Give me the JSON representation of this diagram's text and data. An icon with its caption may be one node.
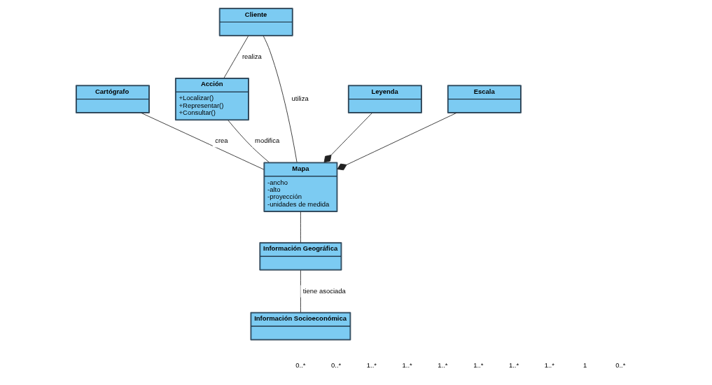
{
  "diagram": {
    "nodes": [
      {
        "text": [
          "Cartógrafo"
        ]
      },
      {
        "text": [
          "Cliente"
        ]
      },
      {
        "text": [
          "Acción",
          "+Localizar()",
          "+Representar()",
          "+Consultar()"
        ]
      },
      {
        "text": [
          "Mapa",
          "-ancho",
          "-alto",
          "-proyección",
          "-unidades de medida"
        ]
      },
      {
        "text": [
          "Leyenda"
        ]
      },
      {
        "text": [
          "Información Geográfica"
        ]
      },
      {
        "text": [
          "Escala"
        ]
      },
      {
        "text": [
          "Información Socioeconómica"
        ]
      }
    ],
    "edges": [
      {
        "from": 0,
        "to": 3,
        "arrow": "none",
        "label": "crea"
      },
      {
        "from": 1,
        "to": 2,
        "arrow": "none",
        "label": "realiza"
      },
      {
        "from": 1,
        "to": 3,
        "arrow": "none",
        "label": "utiliza"
      },
      {
        "from": 2,
        "to": 3,
        "arrow": "none",
        "label": "modifica"
      },
      {
        "from": 4,
        "to": 3,
        "arrow": "other"
      },
      {
        "from": 6,
        "to": 3,
        "arrow": "other"
      },
      {
        "from": 3,
        "to": 5,
        "arrow": "none"
      },
      {
        "from": 5,
        "to": 7,
        "arrow": "none",
        "label": "tiene asociada"
      }
    ],
    "labels": [
      "0..*",
      "0..*",
      "1..*",
      "1..*",
      "1..*",
      "1..*",
      "1..*",
      "1..*",
      "1",
      "0..*"
    ]
  }
}
